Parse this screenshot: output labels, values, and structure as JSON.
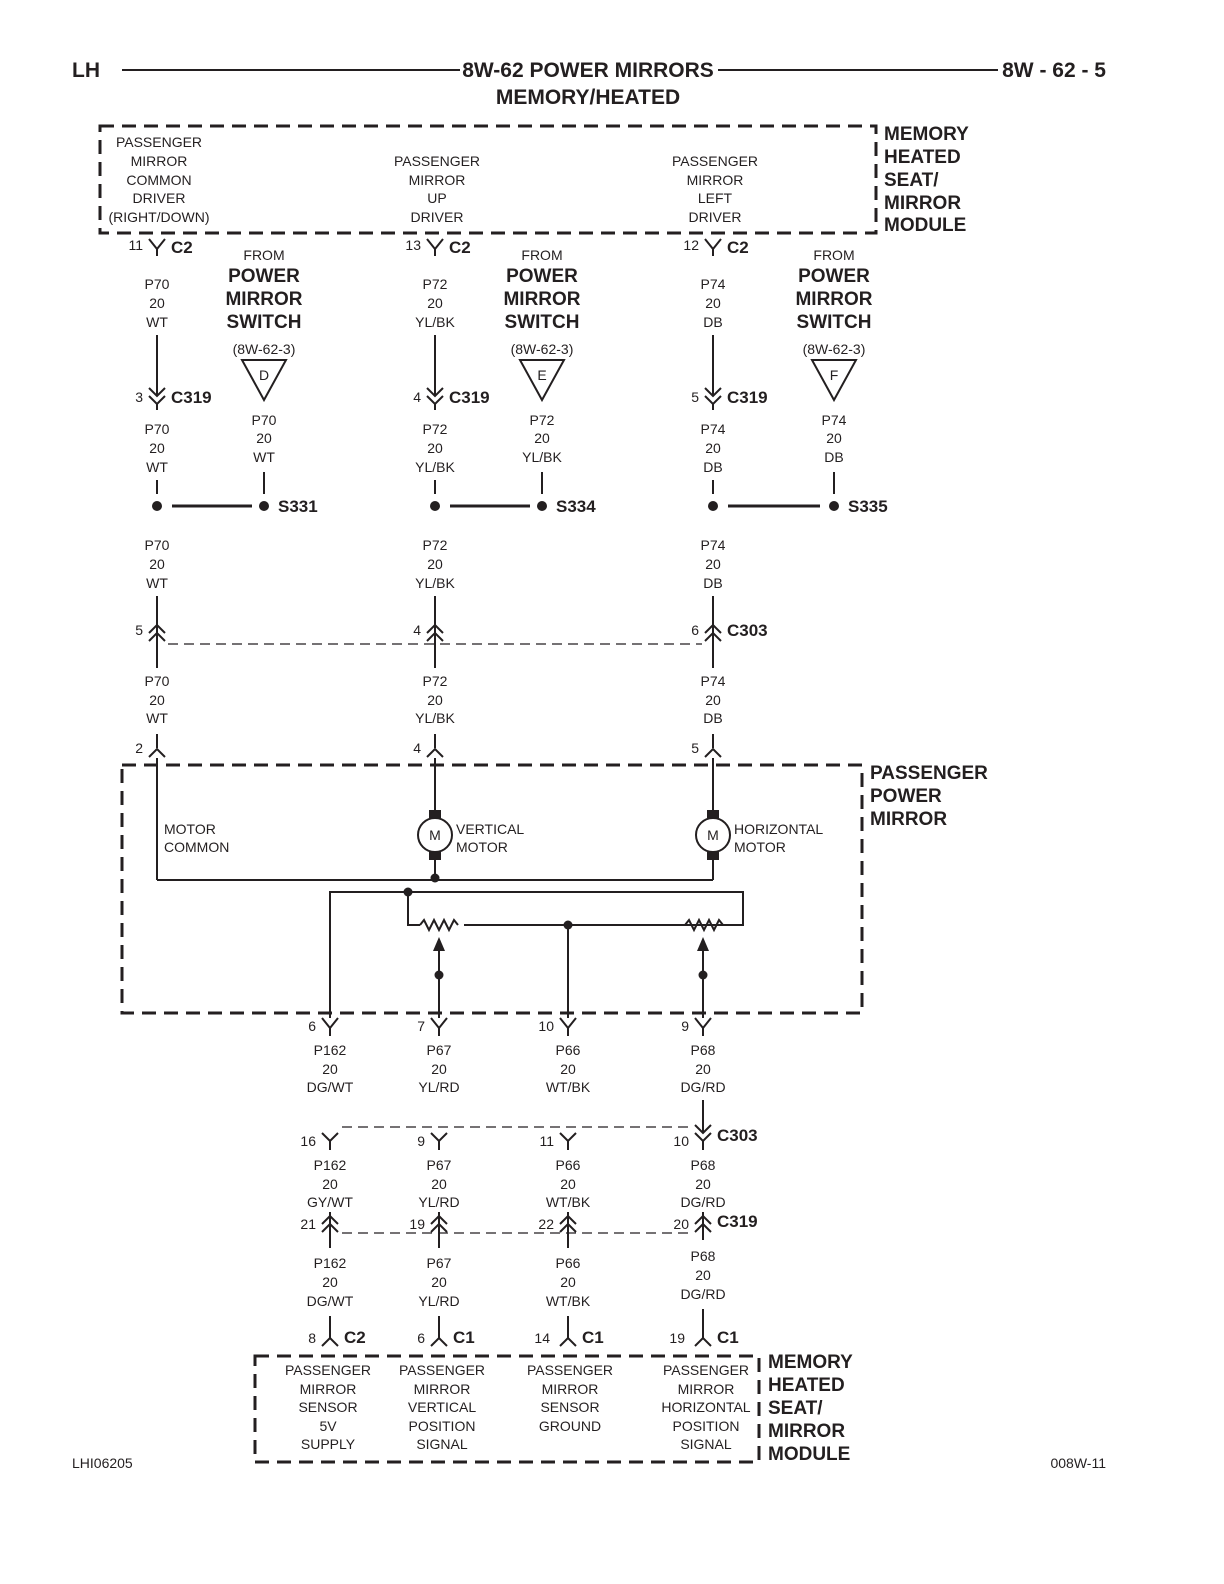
{
  "header": {
    "left": "LH",
    "title_line1": "8W-62 POWER MIRRORS",
    "title_line2": "MEMORY/HEATED",
    "page": "8W - 62 - 5"
  },
  "footer": {
    "left_code": "LHI06205",
    "right_code": "008W-11"
  },
  "top_module": {
    "name_lines": [
      "MEMORY",
      "HEATED",
      "SEAT/",
      "MIRROR",
      "MODULE"
    ],
    "pins": [
      {
        "label_lines": [
          "PASSENGER",
          "MIRROR",
          "COMMON",
          "DRIVER",
          "(RIGHT/DOWN)"
        ],
        "pin": "11",
        "connector": "C2"
      },
      {
        "label_lines": [
          "PASSENGER",
          "MIRROR",
          "UP",
          "DRIVER"
        ],
        "pin": "13",
        "connector": "C2"
      },
      {
        "label_lines": [
          "PASSENGER",
          "MIRROR",
          "LEFT",
          "DRIVER"
        ],
        "pin": "12",
        "connector": "C2"
      }
    ]
  },
  "upper_circuits": [
    {
      "wire": [
        "P70",
        "20",
        "WT"
      ],
      "c319_pin": "3",
      "c303_pin": "5",
      "mirror_pin": "2",
      "splice": "S331",
      "from": {
        "lines": [
          "FROM",
          "POWER",
          "MIRROR",
          "SWITCH"
        ],
        "ref": "(8W-62-3)",
        "tag": "D",
        "wire": [
          "P70",
          "20",
          "WT"
        ]
      }
    },
    {
      "wire": [
        "P72",
        "20",
        "YL/BK"
      ],
      "c319_pin": "4",
      "c303_pin": "4",
      "mirror_pin": "4",
      "splice": "S334",
      "from": {
        "lines": [
          "FROM",
          "POWER",
          "MIRROR",
          "SWITCH"
        ],
        "ref": "(8W-62-3)",
        "tag": "E",
        "wire": [
          "P72",
          "20",
          "YL/BK"
        ]
      }
    },
    {
      "wire": [
        "P74",
        "20",
        "DB"
      ],
      "c319_pin": "5",
      "c303_pin": "6",
      "mirror_pin": "5",
      "splice": "S335",
      "from": {
        "lines": [
          "FROM",
          "POWER",
          "MIRROR",
          "SWITCH"
        ],
        "ref": "(8W-62-3)",
        "tag": "F",
        "wire": [
          "P74",
          "20",
          "DB"
        ]
      }
    }
  ],
  "connectors": {
    "c319": "C319",
    "c303": "C303"
  },
  "mirror": {
    "name_lines": [
      "PASSENGER",
      "POWER",
      "MIRROR"
    ],
    "motor_common": [
      "MOTOR",
      "COMMON"
    ],
    "vertical_motor": [
      "VERTICAL",
      "MOTOR"
    ],
    "horizontal_motor": [
      "HORIZONTAL",
      "MOTOR"
    ],
    "motor_symbol": "M"
  },
  "lower_circuits": [
    {
      "mirror_pin": "6",
      "wire_a": [
        "P162",
        "20",
        "DG/WT"
      ],
      "c303_pin": "16",
      "wire_b": [
        "P162",
        "20",
        "GY/WT"
      ],
      "c319_pin": "21",
      "wire_c": [
        "P162",
        "20",
        "DG/WT"
      ],
      "module_pin": "8",
      "module_conn": "C2"
    },
    {
      "mirror_pin": "7",
      "wire_a": [
        "P67",
        "20",
        "YL/RD"
      ],
      "c303_pin": "9",
      "wire_b": [
        "P67",
        "20",
        "YL/RD"
      ],
      "c319_pin": "19",
      "wire_c": [
        "P67",
        "20",
        "YL/RD"
      ],
      "module_pin": "6",
      "module_conn": "C1"
    },
    {
      "mirror_pin": "10",
      "wire_a": [
        "P66",
        "20",
        "WT/BK"
      ],
      "c303_pin": "11",
      "wire_b": [
        "P66",
        "20",
        "WT/BK"
      ],
      "c319_pin": "22",
      "wire_c": [
        "P66",
        "20",
        "WT/BK"
      ],
      "module_pin": "14",
      "module_conn": "C1"
    },
    {
      "mirror_pin": "9",
      "wire_a": [
        "P68",
        "20",
        "DG/RD"
      ],
      "c303_pin": "10",
      "wire_b": [
        "P68",
        "20",
        "DG/RD"
      ],
      "c319_pin": "20",
      "wire_c": [
        "P68",
        "20",
        "DG/RD"
      ],
      "module_pin": "19",
      "module_conn": "C1"
    }
  ],
  "bottom_module": {
    "name_lines": [
      "MEMORY",
      "HEATED",
      "SEAT/",
      "MIRROR",
      "MODULE"
    ],
    "pins": [
      [
        "PASSENGER",
        "MIRROR",
        "SENSOR",
        "5V",
        "SUPPLY"
      ],
      [
        "PASSENGER",
        "MIRROR",
        "VERTICAL",
        "POSITION",
        "SIGNAL"
      ],
      [
        "PASSENGER",
        "MIRROR",
        "SENSOR",
        "GROUND"
      ],
      [
        "PASSENGER",
        "MIRROR",
        "HORIZONTAL",
        "POSITION",
        "SIGNAL"
      ]
    ]
  }
}
